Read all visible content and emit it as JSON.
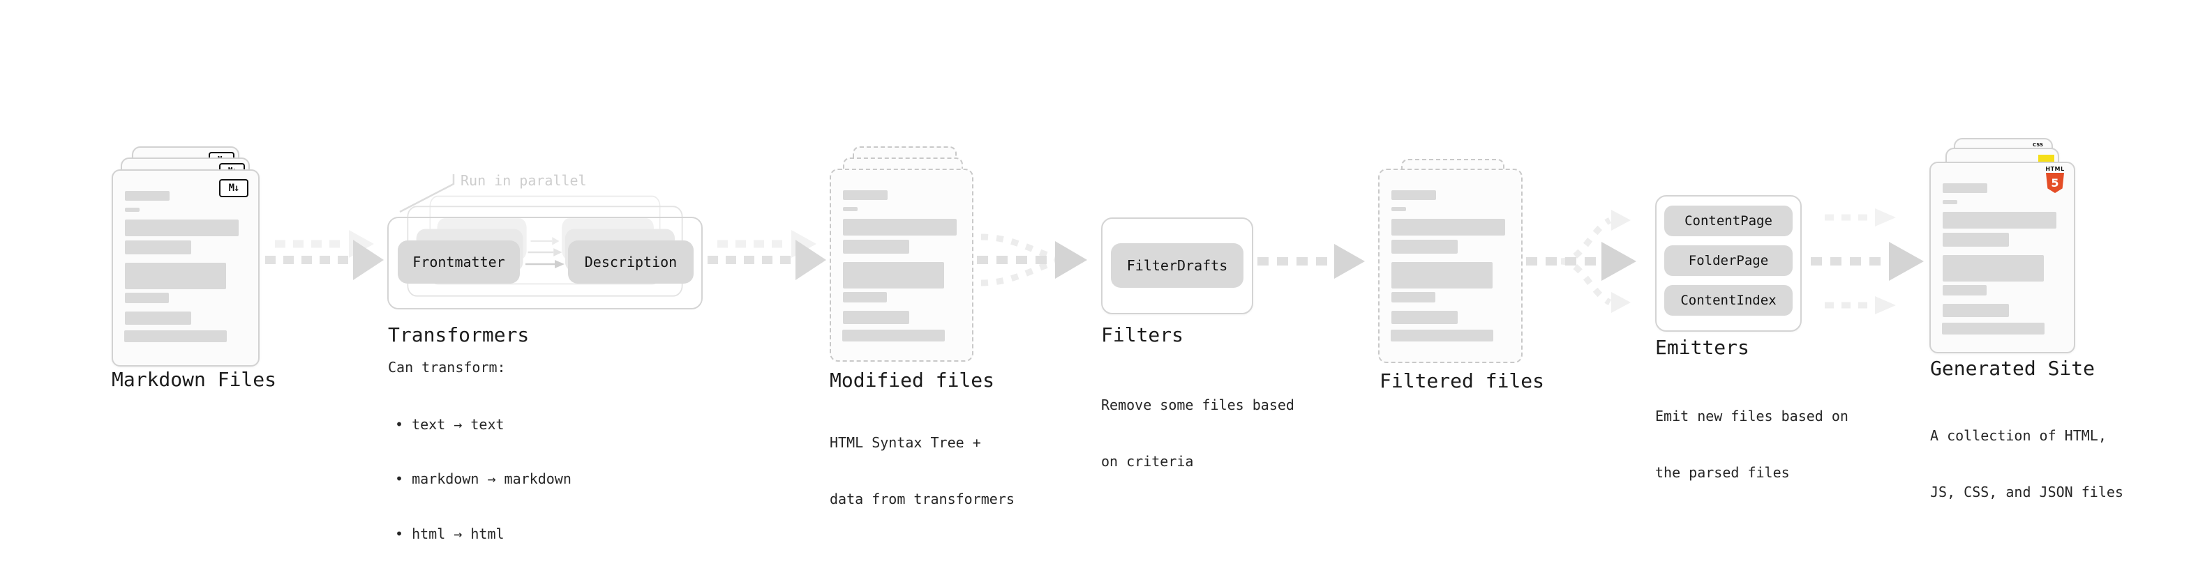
{
  "colors": {
    "background": "#ffffff",
    "card_border": "#d2d2d2",
    "dashed_border": "#c9c9c9",
    "placeholder_bar": "#d9d9d9",
    "pill_fill": "#d9d9d9",
    "arrow_main": "#d8d8d8",
    "arrow_ghost": "#f0f0f0",
    "muted_note": "#cdcdcd",
    "text": "#1c1c1c",
    "html5_orange": "#e44d26",
    "js_yellow": "#f5de19",
    "css_blue": "#2d53e5"
  },
  "icons": {
    "markdown": "M↓",
    "html_word": "HTML",
    "html_number": "5",
    "css_word": "CSS"
  },
  "stages": {
    "markdown_files": {
      "title": "Markdown Files"
    },
    "transformers": {
      "title": "Transformers",
      "note": "Run in parallel",
      "pills": [
        "Frontmatter",
        "Description"
      ],
      "caption": "Can transform:",
      "bullets": [
        "• text → text",
        "• markdown → markdown",
        "• html → html"
      ]
    },
    "modified_files": {
      "title": "Modified files",
      "caption_lines": [
        "HTML Syntax Tree +",
        "data from transformers"
      ]
    },
    "filters": {
      "title": "Filters",
      "pills": [
        "FilterDrafts"
      ],
      "caption_lines": [
        "Remove some files based",
        "on criteria"
      ]
    },
    "filtered_files": {
      "title": "Filtered files"
    },
    "emitters": {
      "title": "Emitters",
      "pills": [
        "ContentPage",
        "FolderPage",
        "ContentIndex"
      ],
      "caption_lines": [
        "Emit new files based on",
        "the parsed files"
      ]
    },
    "generated_site": {
      "title": "Generated Site",
      "caption_lines": [
        "A collection of HTML,",
        "JS, CSS, and JSON files"
      ]
    }
  }
}
